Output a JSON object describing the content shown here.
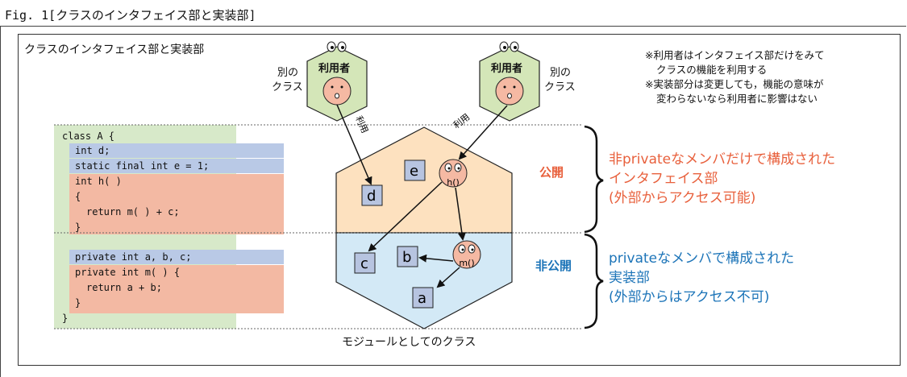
{
  "fig_title": "Fig. 1[クラスのインタフェイス部と実装部]",
  "panel_title": "クラスのインタフェイス部と実装部",
  "users": [
    {
      "label": "利用者",
      "side_text": [
        "別の",
        "クラス"
      ]
    },
    {
      "label": "利用者",
      "side_text": [
        "別の",
        "クラス"
      ]
    }
  ],
  "use_labels": [
    "利用",
    "利用"
  ],
  "notes": [
    "※利用者はインタフェイス部だけをみて",
    "クラスの機能を利用する",
    "※実装部分は変更しても，機能の意味が",
    "変わらないなら利用者に影響はない"
  ],
  "code_lines": [
    "class A {",
    "int d;",
    "static final int e = 1;",
    "int h( )",
    "{",
    "return m( ) + c;",
    "}",
    "private int a, b, c;",
    "private int m( ) {",
    "return a + b;",
    "}",
    "}"
  ],
  "public_label": "公開",
  "private_label": "非公開",
  "public_desc": [
    "非privateなメンバだけで構成された",
    "インタフェイス部",
    "(外部からアクセス可能)"
  ],
  "private_desc": [
    "privateなメンバで構成された",
    "実装部",
    "(外部からはアクセス不可)"
  ],
  "members": {
    "d": "d",
    "e": "e",
    "h": "h()",
    "c": "c",
    "b": "b",
    "m": "m()",
    "a": "a"
  },
  "caption": "モジュールとしてのクラス",
  "colors": {
    "public_fill": "#fde1bf",
    "private_fill": "#d3e9f6",
    "user_fill": "#d4e6b8",
    "face_fill": "#f5b9a3",
    "member_fill": "#b7c4e0",
    "orange_text": "#e8603c",
    "blue_text": "#1c74b8"
  }
}
